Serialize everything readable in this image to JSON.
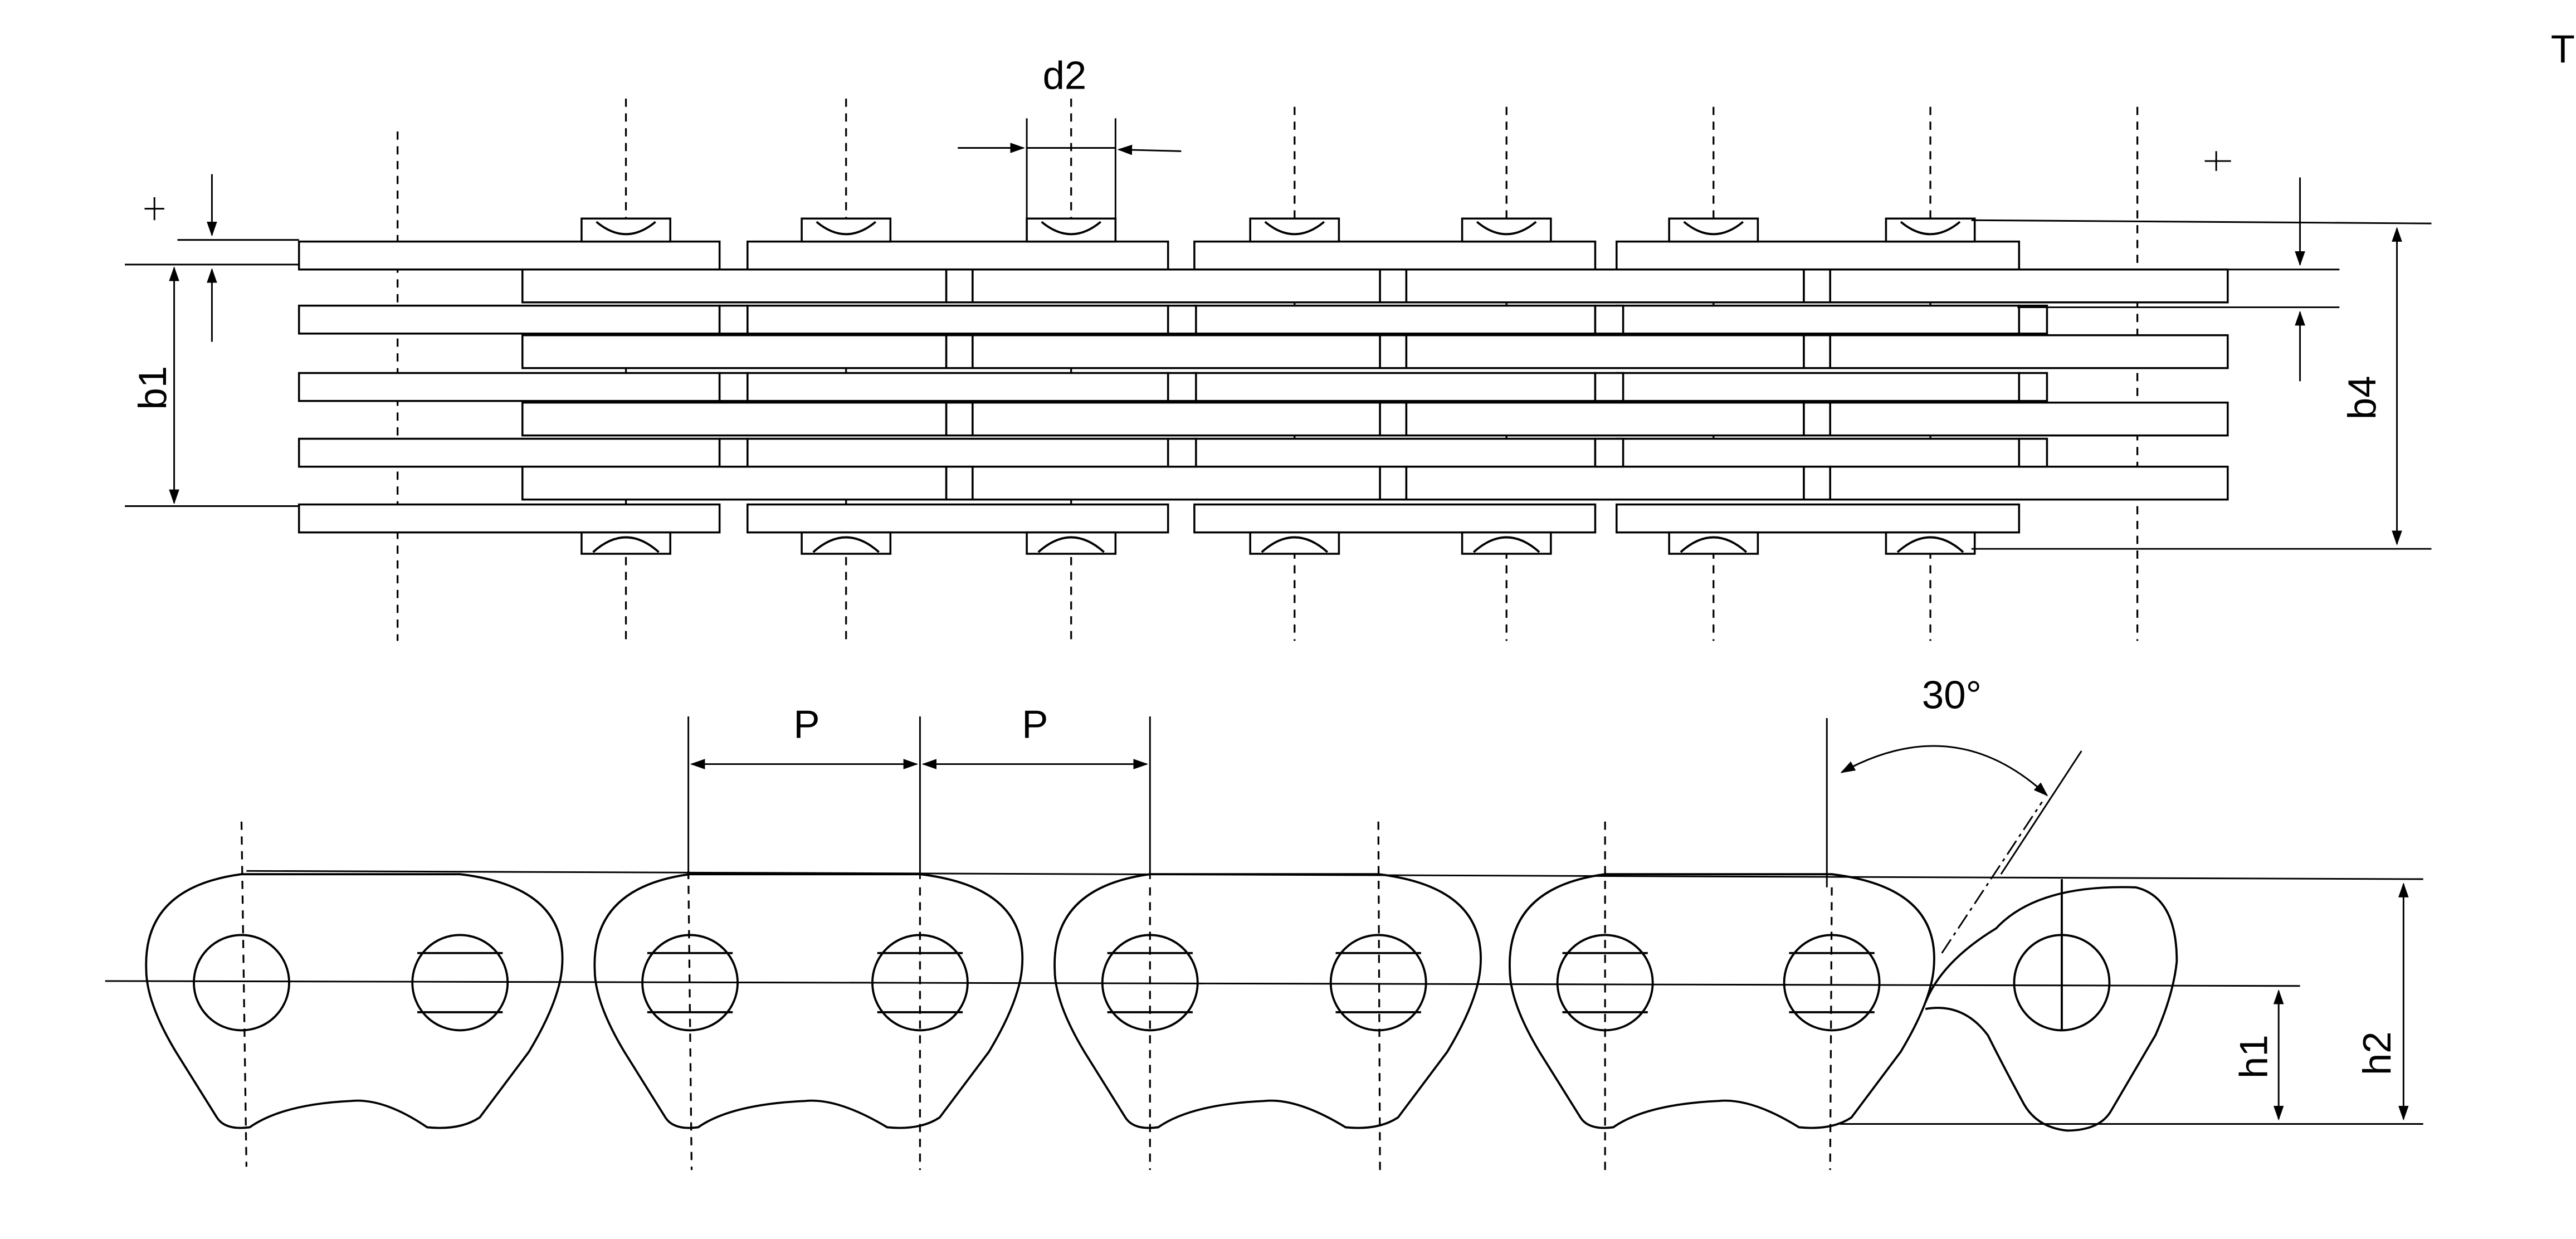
{
  "labels": {
    "d2": "d2",
    "b1": "b1",
    "b4": "b4",
    "t": "T",
    "pitch_1": "P",
    "pitch_2": "P",
    "angle": "30°",
    "h1": "h1",
    "h2": "h2"
  }
}
